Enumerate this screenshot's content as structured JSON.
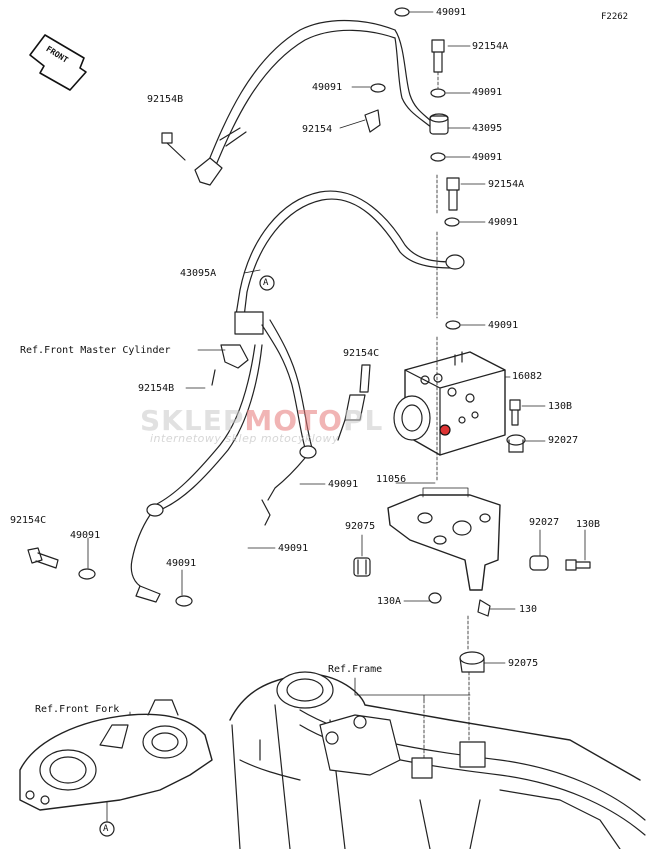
{
  "diagram_code": "F2262",
  "front_arrow_text": "FRONT",
  "watermark": {
    "brand_a": "SKLEP",
    "brand_b": "MOTO",
    "brand_c": "PL",
    "tagline": "internetowy sklep motocyklowy"
  },
  "labels": {
    "l49091_top": "49091",
    "l92154A_1": "92154A",
    "l92154B_top": "92154B",
    "l49091_a": "49091",
    "l49091_b": "49091",
    "l92154": "92154",
    "l43095": "43095",
    "l49091_c": "49091",
    "l92154A_2": "92154A",
    "l49091_d": "49091",
    "l43095A": "43095A",
    "lcircleA_top": "A",
    "l49091_e": "49091",
    "ref_master": "Ref.Front Master Cylinder",
    "l92154C_mid": "92154C",
    "l16082": "16082",
    "l92154B_mid": "92154B",
    "l130B_1": "130B",
    "l92027_1": "92027",
    "l11056": "11056",
    "l49091_f": "49091",
    "l92154C_left": "92154C",
    "l49091_g": "49091",
    "l49091_h": "49091",
    "l49091_i": "49091",
    "l92075_1": "92075",
    "l92027_2": "92027",
    "l130B_2": "130B",
    "l130A": "130A",
    "l130": "130",
    "l92075_2": "92075",
    "ref_frame": "Ref.Frame",
    "ref_fork": "Ref.Front Fork",
    "lcircleA_bottom": "A"
  }
}
